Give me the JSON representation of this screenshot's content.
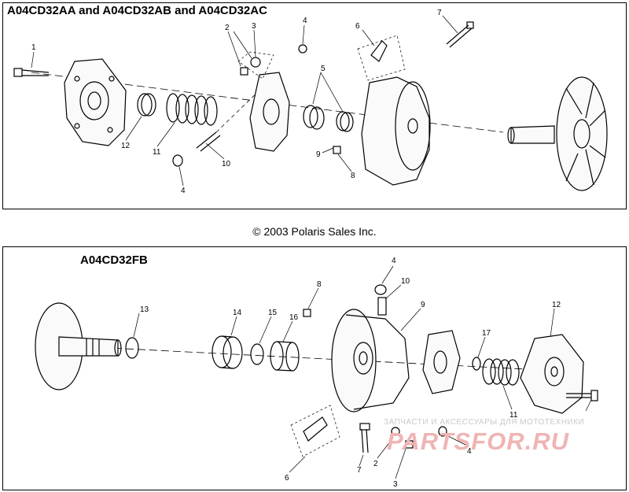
{
  "top_panel": {
    "title": "A04CD32AA and A04CD32AB and A04CD32AC",
    "callouts": [
      "1",
      "2",
      "3",
      "4",
      "5",
      "6",
      "7",
      "12",
      "11",
      "10",
      "4",
      "9",
      "8"
    ]
  },
  "copyright": "© 2003 Polaris Sales Inc.",
  "bottom_panel": {
    "title": "A04CD32FB",
    "callouts": [
      "13",
      "14",
      "15",
      "16",
      "8",
      "4",
      "10",
      "9",
      "17",
      "12",
      "11",
      "6",
      "7",
      "2",
      "3",
      "4"
    ]
  },
  "watermark": {
    "line1": "ЗАПЧАСТИ И АКСЕССУАРЫ ДЛЯ МОТОТЕХНИКИ",
    "logo": "PARTSFOR.RU"
  }
}
